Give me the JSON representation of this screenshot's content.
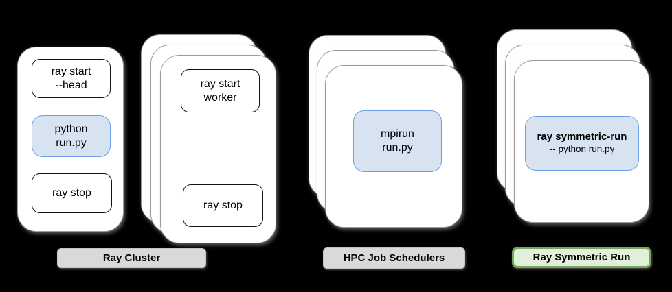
{
  "boxes": {
    "ray_start_head": "ray start\n--head",
    "python_run": "python\nrun.py",
    "ray_stop_head": "ray stop",
    "ray_start_worker": "ray start\nworker",
    "ray_stop_worker": "ray stop",
    "mpirun": "mpirun\nrun.py",
    "symmetric_title": "ray symmetric-run",
    "symmetric_subtitle": "-- python run.py"
  },
  "labels": {
    "ray_cluster": "Ray Cluster",
    "hpc": "HPC Job Schedulers",
    "symmetric": "Ray Symmetric Run"
  },
  "colors": {
    "background": "#000000",
    "card_fill": "#ffffff",
    "card_border": "#9a9a9a",
    "command_box_border": "#111111",
    "highlight_fill": "#d7e3f1",
    "highlight_border": "#6d9eeb",
    "gray_label_fill": "#d9d9d9",
    "green_label_fill": "#e2efda",
    "green_label_border": "#74a85e"
  }
}
